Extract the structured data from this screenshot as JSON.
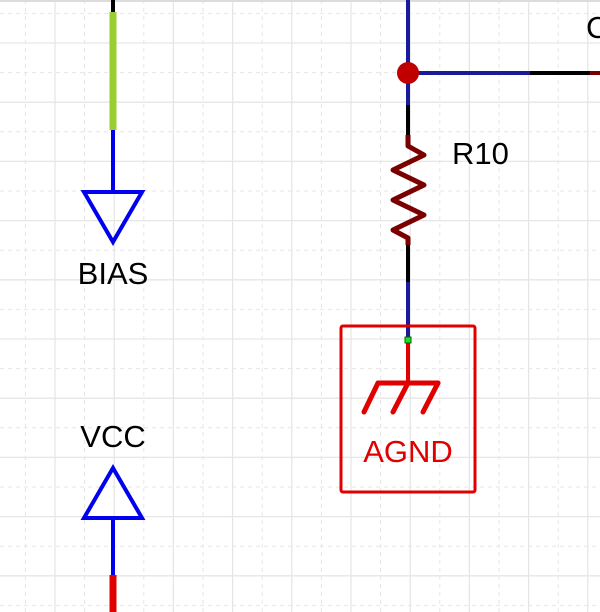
{
  "labels": {
    "bias": "BIAS",
    "vcc": "VCC",
    "resistor": "R10",
    "agnd": "AGND",
    "partial_right": "C"
  },
  "colors": {
    "wire": "#1a1a9a",
    "pin": "#000000",
    "resistor": "#7a0000",
    "junction": "#c00000",
    "power_symbol": "#0000ee",
    "selected": "#e00000",
    "bias_wire": "#9acd32",
    "grid_major": "#e6e6e6",
    "grid_minor": "#e6e6e6"
  }
}
